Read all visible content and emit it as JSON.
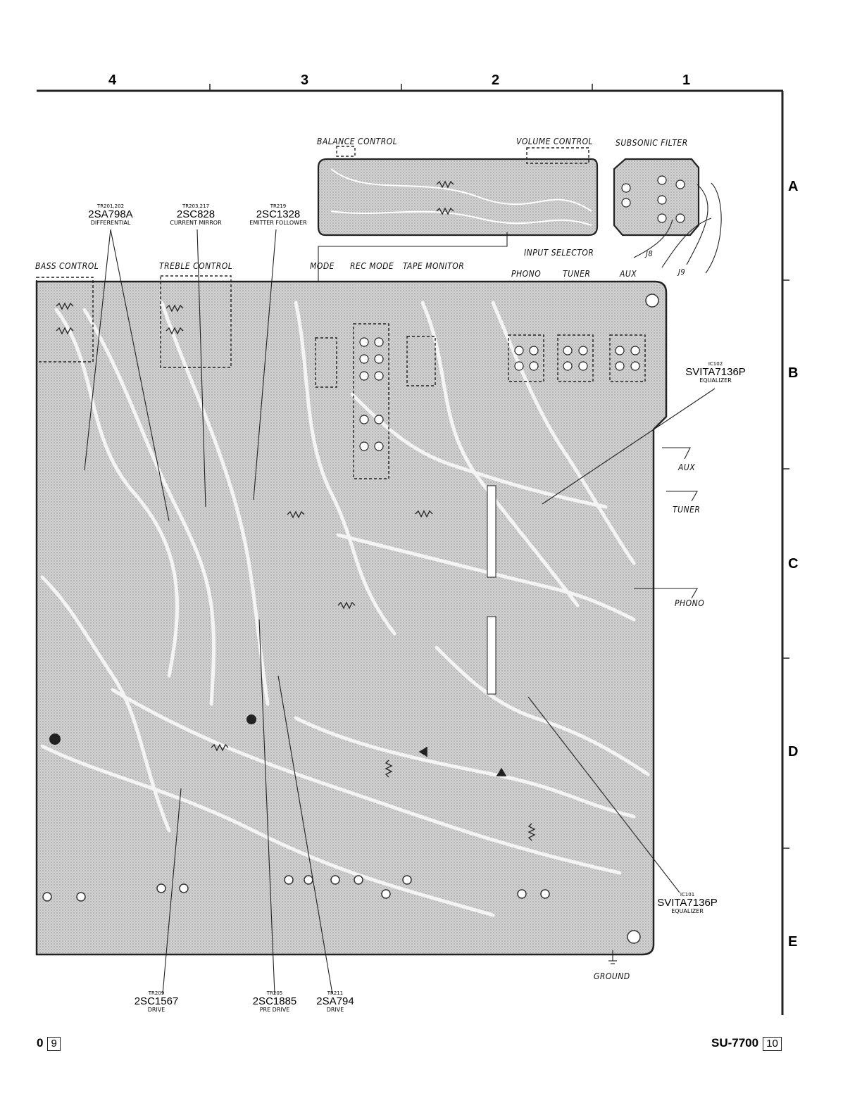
{
  "grid": {
    "columns": [
      "4",
      "3",
      "2",
      "1"
    ],
    "rows": [
      "A",
      "B",
      "C",
      "D",
      "E"
    ]
  },
  "controls": {
    "balance": "BALANCE CONTROL",
    "volume": "VOLUME CONTROL",
    "subsonic": "SUBSONIC FILTER",
    "bass": "BASS CONTROL",
    "treble": "TREBLE CONTROL",
    "mode": "MODE",
    "rec_mode": "REC MODE",
    "tape_monitor": "TAPE MONITOR",
    "input_selector": "INPUT SELECTOR",
    "phono": "PHONO",
    "tuner": "TUNER",
    "aux": "AUX"
  },
  "side_labels": {
    "aux": "AUX",
    "tuner": "TUNER",
    "phono": "PHONO",
    "ground": "GROUND"
  },
  "jacks": {
    "j8": "J8",
    "j9": "J9"
  },
  "parts": {
    "tr201": {
      "id": "TR201,202",
      "num": "2SA798A",
      "role": "DIFFERENTIAL"
    },
    "tr203": {
      "id": "TR203,217",
      "num": "2SC828",
      "role": "CURRENT MIRROR"
    },
    "tr219": {
      "id": "TR219",
      "num": "2SC1328",
      "role": "EMITTER FOLLOWER"
    },
    "ic102": {
      "id": "IC102",
      "num": "SVITA7136P",
      "role": "EQUALIZER"
    },
    "ic101": {
      "id": "IC101",
      "num": "SVITA7136P",
      "role": "EQUALIZER"
    },
    "tr209": {
      "id": "TR209",
      "num": "2SC1567",
      "role": "DRIVE"
    },
    "tr205": {
      "id": "TR205",
      "num": "2SC1885",
      "role": "PRE DRIVE"
    },
    "tr211": {
      "id": "TR211",
      "num": "2SA794",
      "role": "DRIVE"
    }
  },
  "footer": {
    "left_num": "0",
    "left_box": "9",
    "model": "SU-7700",
    "right_box": "10"
  }
}
